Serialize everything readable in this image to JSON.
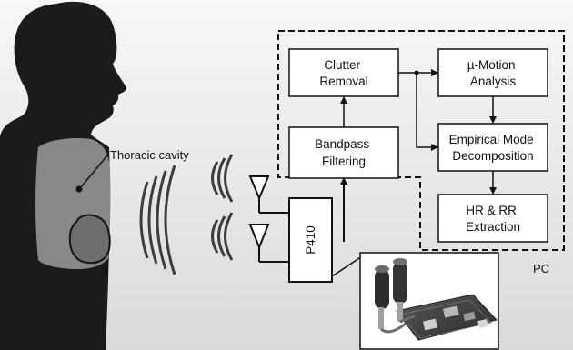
{
  "annotations": {
    "thoracic_cavity": "Thoracic cavity",
    "pc": "PC"
  },
  "nodes": {
    "clutter_removal": [
      "Clutter",
      "Removal"
    ],
    "micro_motion": [
      "µ-Motion",
      "Analysis"
    ],
    "bandpass": [
      "Bandpass",
      "Filtering"
    ],
    "emd": [
      "Empirical Mode",
      "Decomposition"
    ],
    "hr_rr": [
      "HR & RR",
      "Extraction"
    ],
    "p410": "P410"
  },
  "edges": [
    {
      "from": "bandpass",
      "to": "clutter_removal"
    },
    {
      "from": "clutter_removal",
      "to": "micro_motion"
    },
    {
      "from": "clutter_removal",
      "to": "emd"
    },
    {
      "from": "micro_motion",
      "to": "emd"
    },
    {
      "from": "emd",
      "to": "hr_rr"
    },
    {
      "from": "p410",
      "to": "bandpass"
    },
    {
      "from": "antenna_tx",
      "to": "p410"
    },
    {
      "from": "antenna_rx",
      "to": "p410"
    }
  ],
  "colors": {
    "silhouette": "#1b1b1b",
    "lung": "#888888",
    "heart": "#6e6e6e",
    "box_fill": "#ffffff",
    "line": "#111111"
  }
}
